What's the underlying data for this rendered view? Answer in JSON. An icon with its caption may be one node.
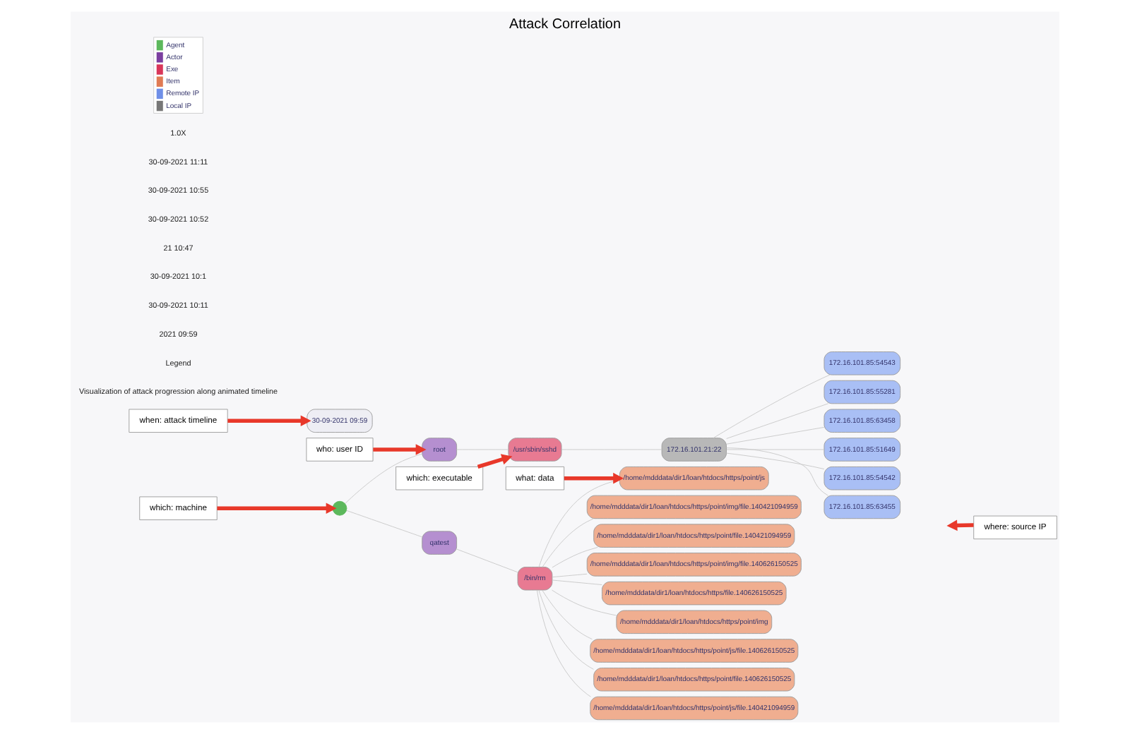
{
  "diagram": {
    "title": "Attack Correlation",
    "nodes": [
      {
        "text": [],
        "shape": "circle"
      },
      {
        "text": [
          "qatest"
        ]
      },
      {
        "text": [
          "/bin/rm"
        ]
      },
      {
        "text": [
          "/home/mdddata/dir1/loan/htdocs/https/point/js"
        ]
      },
      {
        "text": [
          "/home/mdddata/dir1/loan/htdocs/https/point/img/file.140626150525"
        ]
      },
      {
        "text": [
          "/home/mdddata/dir1/loan/htdocs/https/file.140626150525"
        ]
      },
      {
        "text": [
          "/home/mdddata/dir1/loan/htdocs/https/point/img"
        ]
      },
      {
        "text": [
          "/home/mdddata/dir1/loan/htdocs/https/point/js/file.140626150525"
        ]
      },
      {
        "text": [
          "/home/mdddata/dir1/loan/htdocs/https/point/file.140626150525"
        ]
      },
      {
        "text": [
          "/home/mdddata/dir1/loan/htdocs/https/point/js/file.140421094959"
        ]
      },
      {
        "text": [
          "/home/mdddata/dir1/loan/htdocs/https/point/img/file.140421094959"
        ]
      },
      {
        "text": [
          "/home/mdddata/dir1/loan/htdocs/https/point/file.140421094959"
        ]
      },
      {
        "text": [
          "root"
        ]
      },
      {
        "text": [
          "/usr/sbin/sshd"
        ]
      },
      {
        "text": [
          "172.16.101.21:22"
        ]
      },
      {
        "text": [
          "172.16.101.85:54543"
        ]
      },
      {
        "text": [
          "172.16.101.85:55281"
        ]
      },
      {
        "text": [
          "172.16.101.85:63458"
        ]
      },
      {
        "text": [
          "172.16.101.85:51649"
        ]
      },
      {
        "text": [
          "172.16.101.85:54542"
        ]
      },
      {
        "text": [
          "172.16.101.85:63455"
        ]
      },
      {
        "text": [
          "what: data"
        ]
      },
      {
        "text": [
          "which: machine"
        ]
      },
      {
        "text": [
          "who: user ID"
        ]
      },
      {
        "text": [
          "which: executable"
        ]
      },
      {
        "text": [
          "where: source IP"
        ]
      },
      {
        "text": [
          "when: attack timeline"
        ]
      },
      {
        "text": [
          "30-09-2021 09:59"
        ]
      }
    ],
    "edges": [
      {
        "from": 0,
        "to": 1,
        "arrow": "none"
      },
      {
        "from": 1,
        "to": 2,
        "arrow": "none"
      },
      {
        "from": 2,
        "to": 3,
        "arrow": "none"
      },
      {
        "from": 2,
        "to": 4,
        "arrow": "none"
      },
      {
        "from": 2,
        "to": 5,
        "arrow": "none"
      },
      {
        "from": 2,
        "to": 6,
        "arrow": "none"
      },
      {
        "from": 2,
        "to": 7,
        "arrow": "none"
      },
      {
        "from": 2,
        "to": 8,
        "arrow": "none"
      },
      {
        "from": 2,
        "to": 9,
        "arrow": "none"
      },
      {
        "from": 2,
        "to": 10,
        "arrow": "none"
      },
      {
        "from": 2,
        "to": 11,
        "arrow": "none"
      },
      {
        "from": 0,
        "to": 12,
        "arrow": "none"
      },
      {
        "from": 12,
        "to": 13,
        "arrow": "none"
      },
      {
        "from": 13,
        "to": 14,
        "arrow": "none"
      },
      {
        "from": 14,
        "to": 15,
        "arrow": "none"
      },
      {
        "from": 14,
        "to": 16,
        "arrow": "none"
      },
      {
        "from": 14,
        "to": 17,
        "arrow": "none"
      },
      {
        "from": 14,
        "to": 18,
        "arrow": "none"
      },
      {
        "from": 14,
        "to": 19,
        "arrow": "none"
      },
      {
        "from": 14,
        "to": 20,
        "arrow": "none"
      },
      {
        "from": 21,
        "to": 3,
        "arrow": "to",
        "style": "thick",
        "color": "#e8382a"
      },
      {
        "from": 22,
        "to": 0,
        "arrow": "to",
        "style": "thick",
        "color": "#e8382a"
      },
      {
        "from": 23,
        "to": 12,
        "arrow": "to",
        "style": "thick",
        "color": "#e8382a"
      },
      {
        "from": 24,
        "to": 13,
        "arrow": "to",
        "style": "thick",
        "color": "#e8382a"
      },
      {
        "from": 25,
        "to": null,
        "arrow": "to",
        "style": "thick",
        "color": "#e8382a"
      },
      {
        "from": 26,
        "to": 27,
        "arrow": "to",
        "style": "thick",
        "color": "#e8382a"
      }
    ],
    "labels": [
      "Visualization of attack progression along animated timeline",
      "Legend",
      "2021 09:59",
      "30-09-2021 10:11",
      "30-09-2021 10:1",
      "21 10:47",
      "30-09-2021 10:52",
      "30-09-2021 10:55",
      "30-09-2021 11:11",
      "1.0X"
    ],
    "legend": [
      {
        "text": "Agent",
        "color": "#5cb85c"
      },
      {
        "text": "Actor",
        "color": "#7b3fa0"
      },
      {
        "text": "Exe",
        "color": "#d9365a"
      },
      {
        "text": "Item",
        "color": "#e07b54"
      },
      {
        "text": "Remote IP",
        "color": "#6f8fe8"
      },
      {
        "text": "Local IP",
        "color": "#777777"
      }
    ]
  }
}
